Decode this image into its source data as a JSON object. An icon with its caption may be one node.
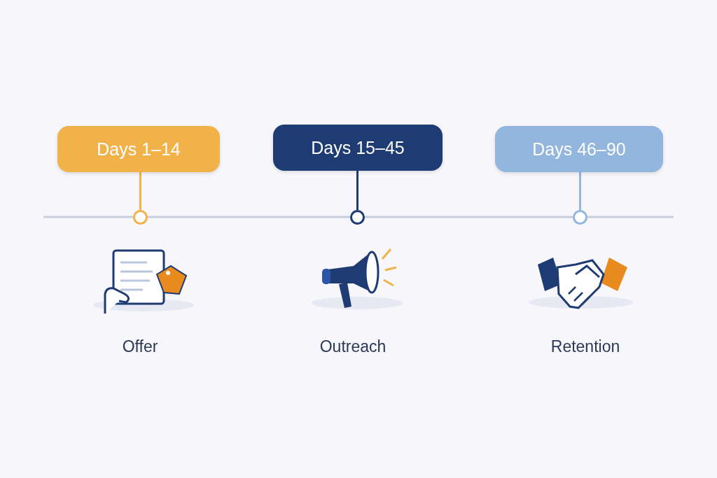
{
  "diagram": {
    "nodes": [
      {
        "text": [
          "Days 1–14"
        ]
      },
      {
        "text": [
          "Days 15–45"
        ]
      },
      {
        "text": [
          "Days 46–90"
        ]
      },
      {
        "text": [],
        "shape": "circle"
      },
      {
        "text": [],
        "shape": "circle"
      },
      {
        "text": [],
        "shape": "circle"
      }
    ],
    "edges": [
      {
        "from": 0,
        "to": 3,
        "arrow": "none",
        "color": "#f2b24a"
      },
      {
        "from": 1,
        "to": 4,
        "arrow": "none",
        "color": "#1f3b73"
      },
      {
        "from": 2,
        "to": 5,
        "arrow": "none",
        "color": "#93b6df"
      }
    ],
    "labels": [
      "Offer",
      "Outreach",
      "Retention"
    ]
  }
}
